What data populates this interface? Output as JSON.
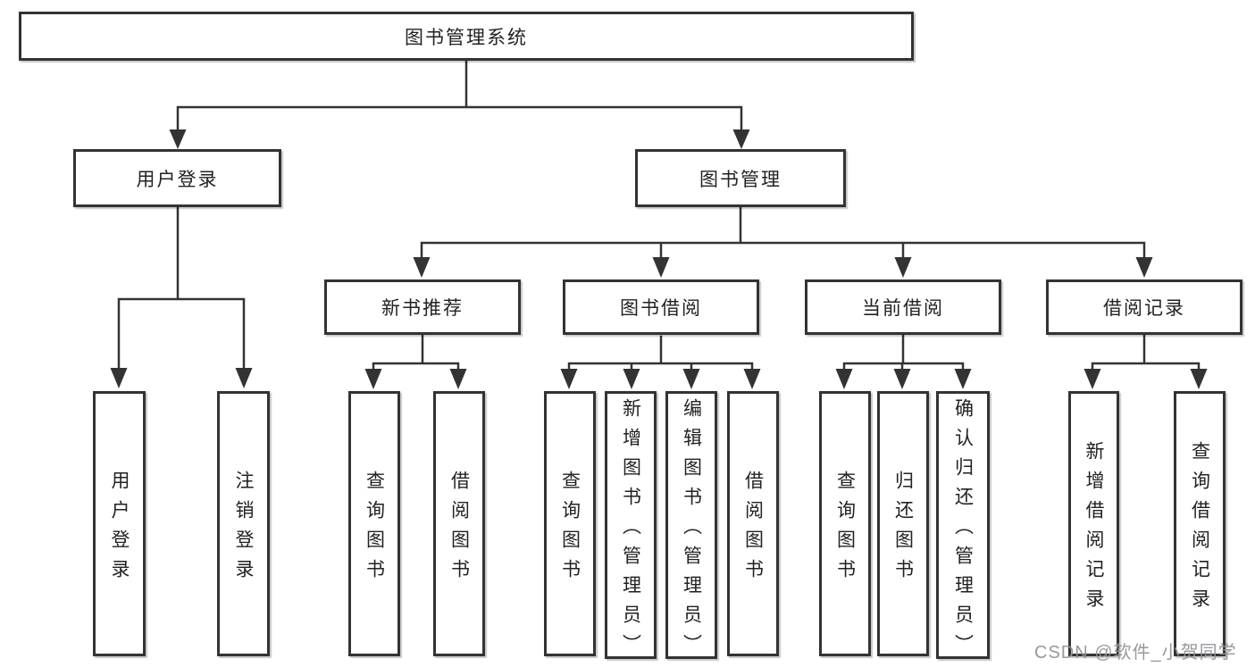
{
  "page": {
    "background": "#ffffff"
  },
  "colors": {
    "line": "#333333",
    "box_border": "#333333",
    "box_background": "#ffffff",
    "text": "#222222",
    "watermark": "#919498"
  },
  "nodes": {
    "root": "图书管理系统",
    "level2": [
      {
        "label": "用户登录",
        "children": [
          "用户登录",
          "注销登录"
        ]
      },
      {
        "label": "图书管理",
        "groups": [
          {
            "label": "新书推荐",
            "children": [
              "查询图书",
              "借阅图书"
            ]
          },
          {
            "label": "图书借阅",
            "children": [
              "查询图书",
              "新增图书（管理员）",
              "编辑图书（管理员）",
              "借阅图书"
            ]
          },
          {
            "label": "当前借阅",
            "children": [
              "查询图书",
              "归还图书",
              "确认归还（管理员）"
            ]
          },
          {
            "label": "借阅记录",
            "children": [
              "新增借阅记录",
              "查询借阅记录"
            ]
          }
        ]
      }
    ]
  },
  "watermark": {
    "text": "CSDN @软件_小贺同学"
  }
}
